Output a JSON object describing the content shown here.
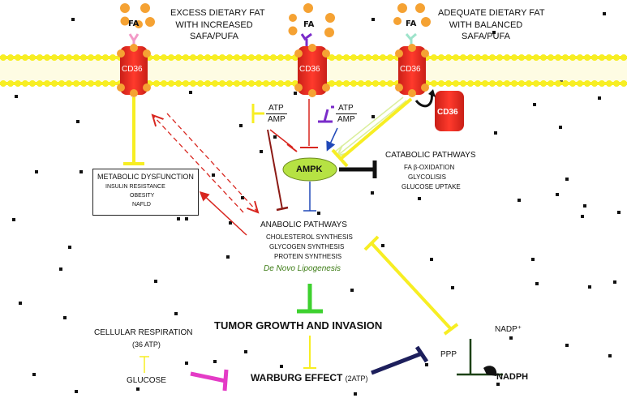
{
  "labels": {
    "fa_left": "FA",
    "fa_middle": "FA",
    "fa_right": "FA",
    "cd36_left": "CD36",
    "cd36_middle": "CD36",
    "cd36_right": "CD36",
    "cd36_internal": "CD36",
    "excess_fat": [
      "EXCESS DIETARY FAT",
      "WITH INCREASED",
      "SAFA/PUFA"
    ],
    "adequate_fat": [
      "ADEQUATE DIETARY FAT",
      "WITH BALANCED",
      "SAFA/PUFA"
    ],
    "atp_left": "ATP",
    "amp_left": "AMP",
    "atp_right": "ATP",
    "amp_right": "AMP",
    "ampk": "AMPK",
    "metabolic_title": "METABOLIC DYSFUNCTION",
    "metabolic_items": [
      "INSULIN RESISTANCE",
      "OBESITY",
      "NAFLD"
    ],
    "catabolic_title": "CATABOLIC PATHWAYS",
    "catabolic_items": [
      "FA β-OXIDATION",
      "GLYCOLISIS",
      "GLUCOSE UPTAKE"
    ],
    "anabolic_title": "ANABOLIC PATHWAYS",
    "anabolic_items": [
      "CHOLESTEROL SYNTHESIS",
      "GLYCOGEN SYNTHESIS",
      "PROTEIN SYNTHESIS"
    ],
    "de_novo": "De Novo Lipogenesis",
    "tumor": "TUMOR GROWTH AND INVASION",
    "cellular_resp": "CELLULAR RESPIRATION",
    "atp36": "(36 ATP)",
    "glucose": "GLUCOSE",
    "warburg": "WARBURG EFFECT",
    "atp2": "(2ATP)",
    "ppp": "PPP",
    "nadp_plus": "NADP⁺",
    "nadph": "NADPH"
  },
  "colors": {
    "membrane": "#f7ee23",
    "cd36_fill": "#e8271e",
    "cd36_knob": "#f5a233",
    "fa_dot": "#f5a233",
    "ampk_fill": "#b6e243",
    "yellow": "#f7ee23",
    "red": "#d8261f",
    "dark_red": "#8c1a15",
    "purple": "#7a2cc9",
    "blue": "#2048b8",
    "green": "#3ed12f",
    "magenta": "#e43bc6",
    "navy": "#1d1f5c",
    "dark_green": "#1d4216",
    "pink_fa": "#f29ac7",
    "teal_fa": "#9ee3cb",
    "light_green": "#dbef9c"
  }
}
